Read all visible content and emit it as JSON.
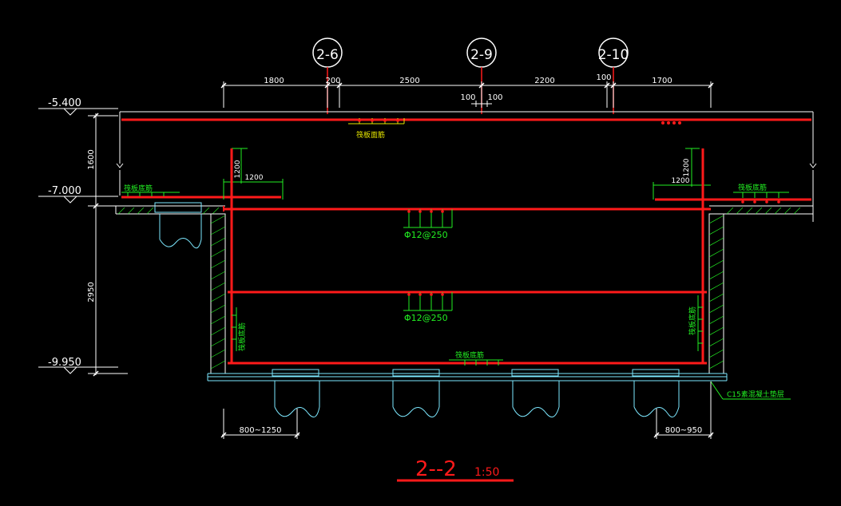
{
  "axes": [
    "2-6",
    "2-9",
    "2-10"
  ],
  "top_dims": [
    "1800",
    "200",
    "2500",
    "2200",
    "100",
    "1700"
  ],
  "mid_dims": [
    "100",
    "100"
  ],
  "levels": [
    "-5.400",
    "-7.000",
    "-9.950"
  ],
  "vert_dims": [
    "1600",
    "2950"
  ],
  "corner_dims": {
    "h_left": "1200",
    "v_left": "1200",
    "h_right": "1200",
    "v_right": "1200"
  },
  "rebar_labels": {
    "top_slab": "筏板面筋",
    "left_slab": "筏板底筋",
    "right_slab": "筏板底筋",
    "mid1": "Φ12@250",
    "mid2": "Φ12@250",
    "left_wall": "筏板底筋",
    "right_wall": "筏板底筋",
    "bottom": "筏板底筋"
  },
  "cushion_label": "C15素混凝土垫层",
  "bottom_dims": [
    "800~1250",
    "800~950"
  ],
  "title": {
    "main": "2--2",
    "scale": "1:50"
  },
  "colors": {
    "red": "#ff1a1a",
    "green": "#22ee22",
    "cyan": "#7de8ff",
    "white": "#ffffff",
    "yellow": "#e6e600"
  }
}
